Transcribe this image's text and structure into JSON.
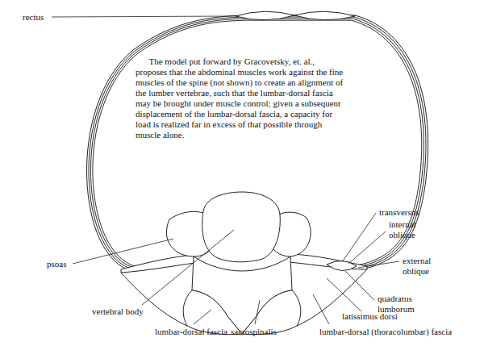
{
  "diagram": {
    "labels": [
      "rectus",
      "The model put forward by Gracovetsky, et. al., proposes that the abdominal muscles work against the fine muscles of the spine (not shown) to create an alignment of the lumber vertebrae, such that the lumbar-dorsal fascia may be brought under muscle control; given a subsequent displacement of the lumbar-dorsal fascia, a capacity for load is realized far in excess of that possible through muscle alone.",
      "transversus",
      "internal oblique",
      "external oblique",
      "psoas",
      "quadratus lumborum",
      "vertebral body",
      "latissimus dorsi",
      "lumbar-dorsal fascia",
      "sacrospinalis",
      "lumbar-dorsal (thoracolumbar) fascia"
    ]
  }
}
